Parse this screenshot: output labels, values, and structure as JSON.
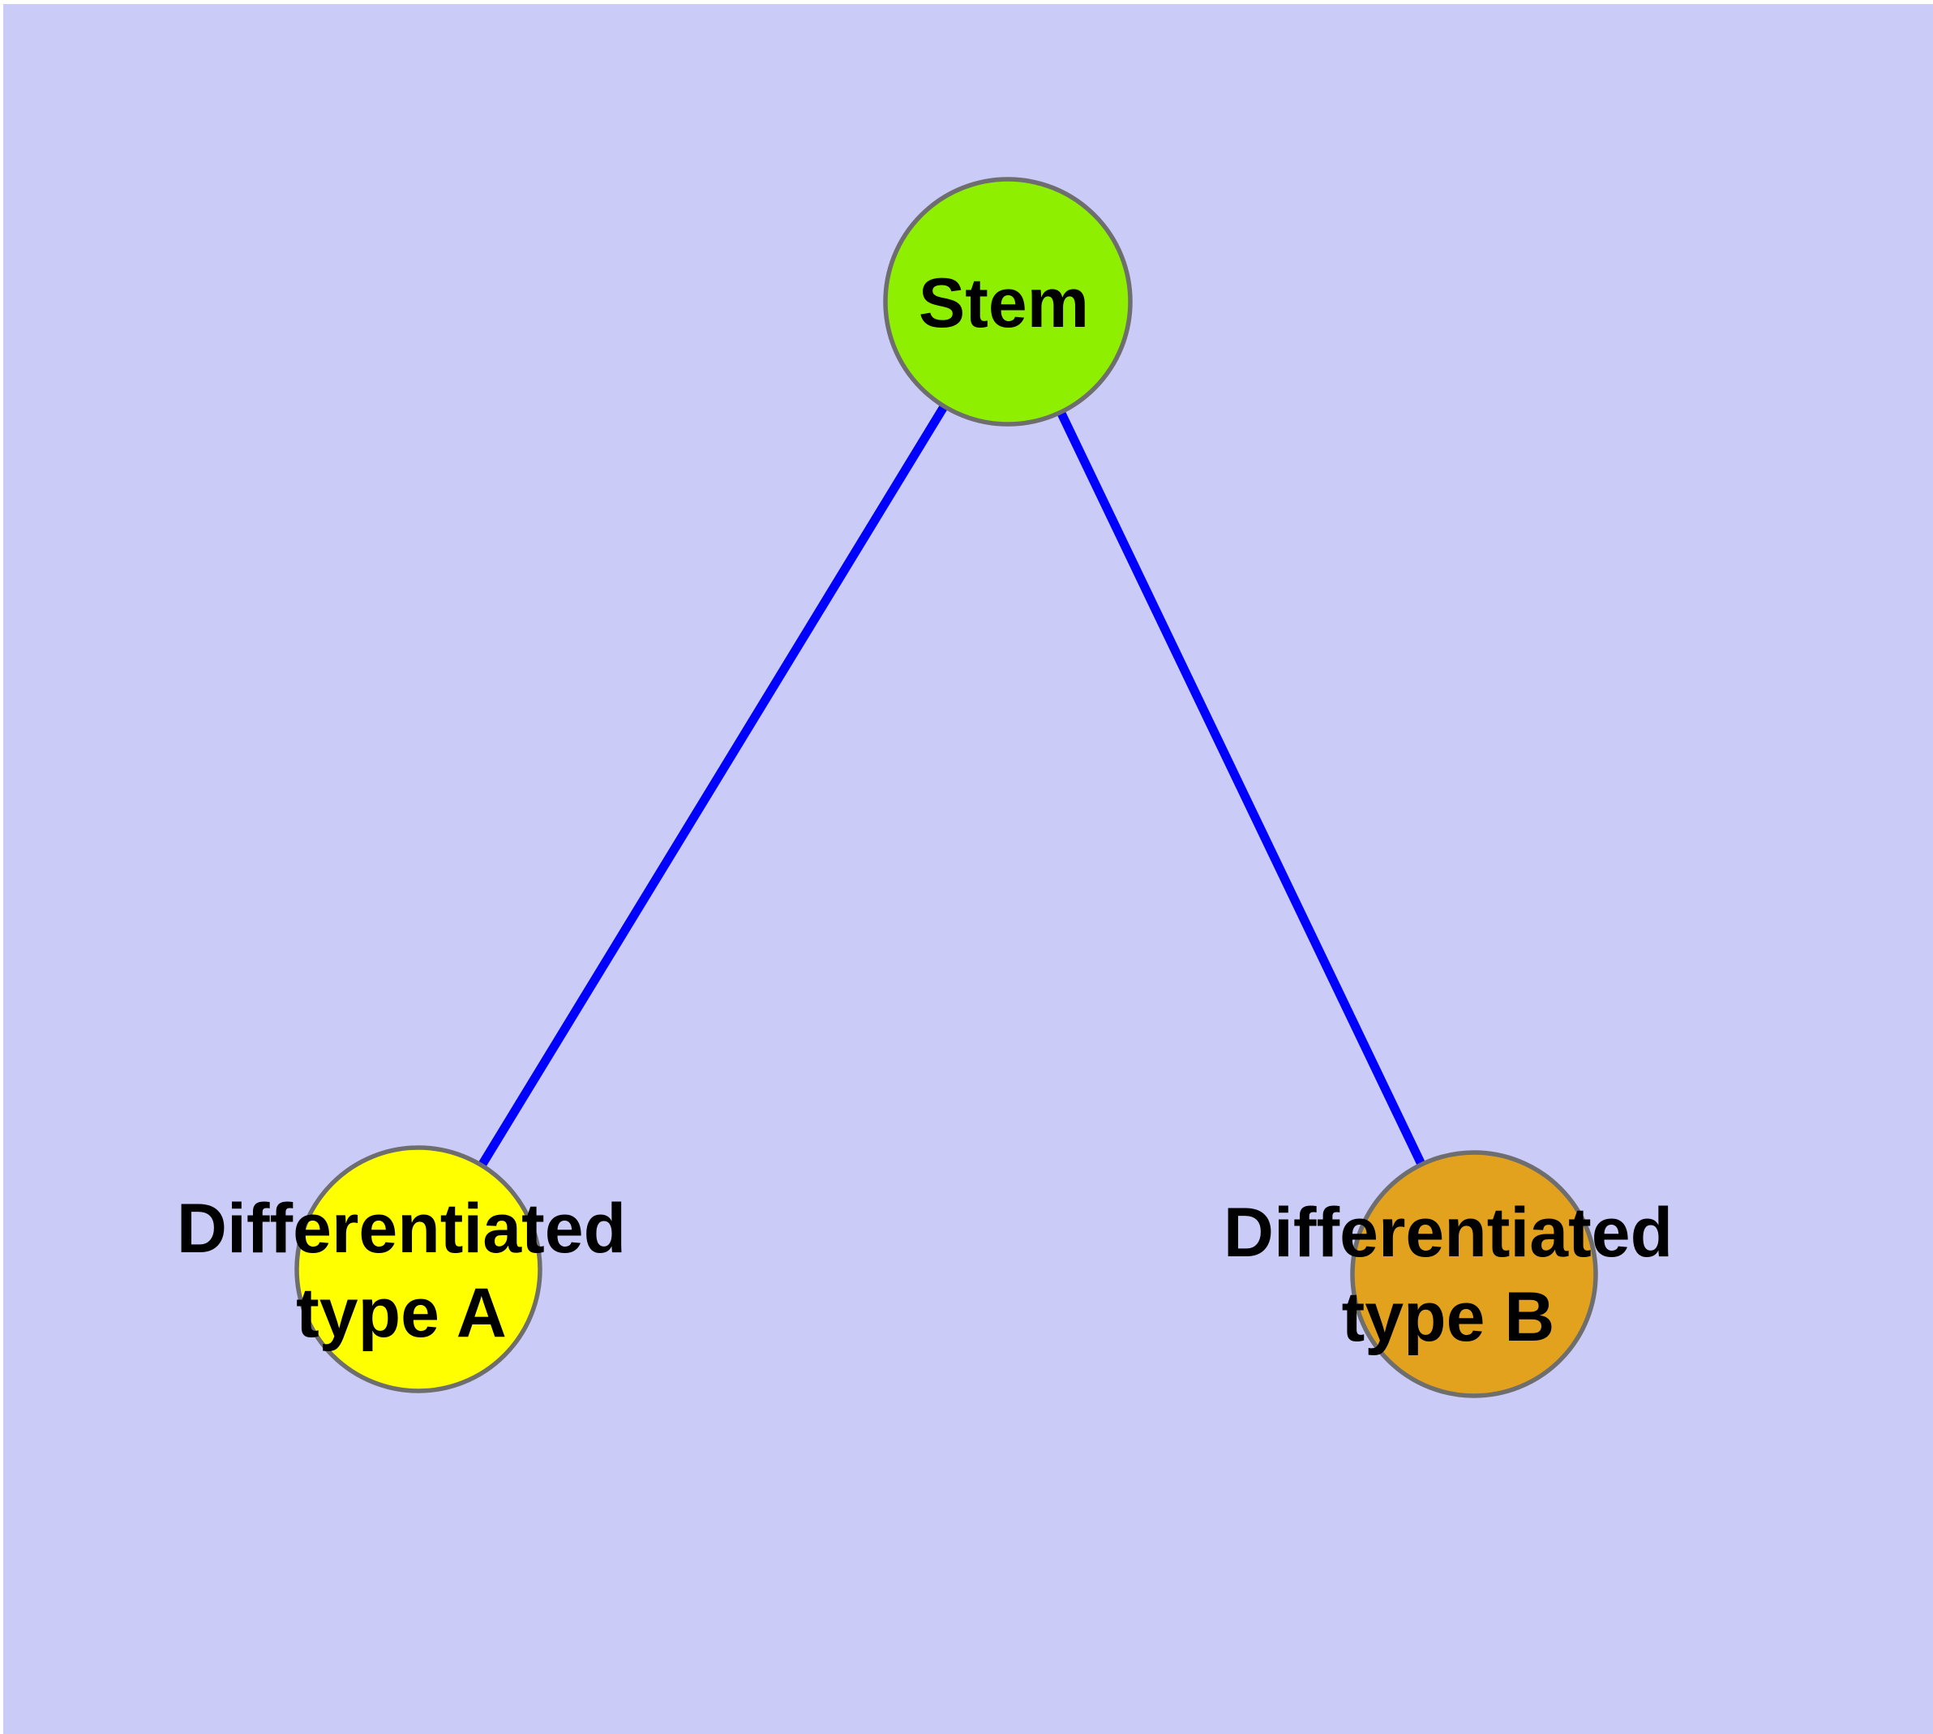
{
  "diagram": {
    "type": "node-link-graph",
    "description": "Cell differentiation graph: a stem node branches into two differentiated cell type nodes"
  },
  "colors": {
    "background": "#CBCBF8",
    "page_margin": "#FFFFFF",
    "edge": "#0000FF",
    "node_border": "#6E6E6E",
    "label_text": "#000000"
  },
  "nodes": [
    {
      "id": "stem",
      "label": "Stem",
      "lines": [
        "Stem"
      ],
      "fill_color": "#8EEF00"
    },
    {
      "id": "differentiated-type-a",
      "label": "Differentiated type A",
      "lines": [
        "Differentiated",
        "type A"
      ],
      "fill_color": "#FFFF00"
    },
    {
      "id": "differentiated-type-b",
      "label": "Differentiated type B",
      "lines": [
        "Differentiated",
        "type B"
      ],
      "fill_color": "#E3A21E"
    }
  ],
  "edges": [
    {
      "from": "stem",
      "to": "differentiated-type-a",
      "color": "#0000FF"
    },
    {
      "from": "stem",
      "to": "differentiated-type-b",
      "color": "#0000FF"
    }
  ]
}
